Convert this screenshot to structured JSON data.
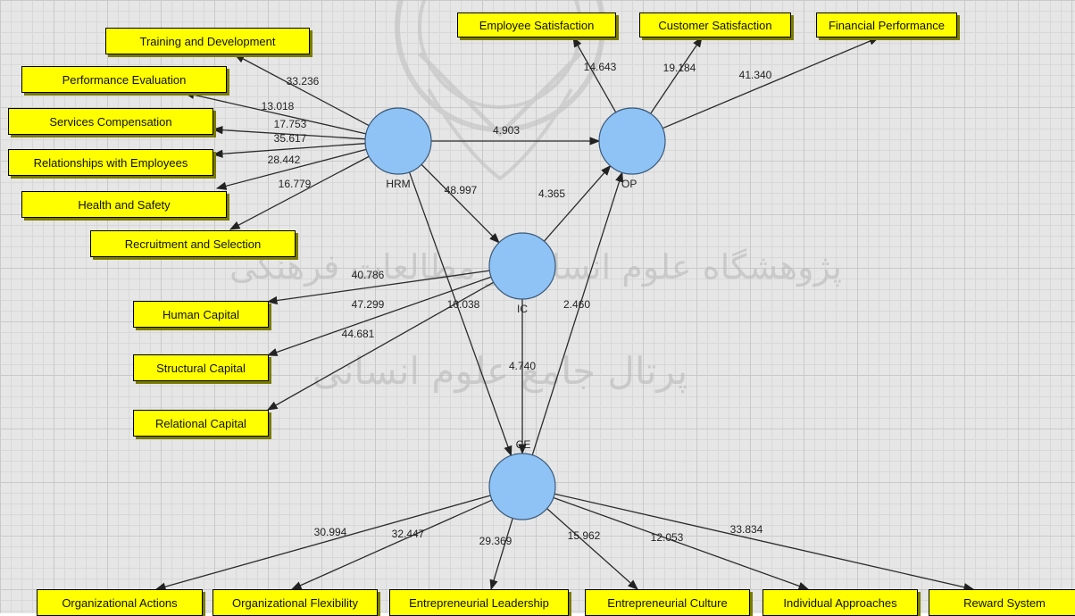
{
  "latent": [
    {
      "id": "HRM",
      "label": "HRM"
    },
    {
      "id": "OP",
      "label": "OP"
    },
    {
      "id": "IC",
      "label": "IC"
    },
    {
      "id": "CE",
      "label": "CE"
    }
  ],
  "indicators": [
    {
      "id": "training",
      "label": "Training and Development"
    },
    {
      "id": "perf_eval",
      "label": "Performance Evaluation"
    },
    {
      "id": "services_comp",
      "label": "Services Compensation"
    },
    {
      "id": "relationships",
      "label": "Relationships with Employees"
    },
    {
      "id": "health",
      "label": "Health and Safety"
    },
    {
      "id": "recruitment",
      "label": "Recruitment and Selection"
    },
    {
      "id": "emp_sat",
      "label": "Employee Satisfaction"
    },
    {
      "id": "cust_sat",
      "label": "Customer Satisfaction"
    },
    {
      "id": "fin_perf",
      "label": "Financial Performance"
    },
    {
      "id": "human_cap",
      "label": "Human Capital"
    },
    {
      "id": "struct_cap",
      "label": "Structural Capital"
    },
    {
      "id": "rel_cap",
      "label": "Relational Capital"
    },
    {
      "id": "org_actions",
      "label": "Organizational Actions"
    },
    {
      "id": "org_flex",
      "label": "Organizational Flexibility"
    },
    {
      "id": "ent_lead",
      "label": "Entrepreneurial Leadership"
    },
    {
      "id": "ent_culture",
      "label": "Entrepreneurial Culture"
    },
    {
      "id": "ind_approaches",
      "label": "Individual Approaches"
    },
    {
      "id": "reward",
      "label": "Reward System"
    }
  ],
  "paths": [
    {
      "from": "HRM",
      "to": "training",
      "value": "33.236"
    },
    {
      "from": "HRM",
      "to": "perf_eval",
      "value": "13.018"
    },
    {
      "from": "HRM",
      "to": "services_comp",
      "value": "17.753"
    },
    {
      "from": "HRM",
      "to": "relationships",
      "value": "35.617"
    },
    {
      "from": "HRM",
      "to": "health",
      "value": "28.442"
    },
    {
      "from": "HRM",
      "to": "recruitment",
      "value": "16.779"
    },
    {
      "from": "HRM",
      "to": "OP",
      "value": "4.903"
    },
    {
      "from": "HRM",
      "to": "IC",
      "value": "48.997"
    },
    {
      "from": "HRM",
      "to": "CE",
      "value": "10.038"
    },
    {
      "from": "OP",
      "to": "emp_sat",
      "value": "14.643"
    },
    {
      "from": "OP",
      "to": "cust_sat",
      "value": "19.184"
    },
    {
      "from": "OP",
      "to": "fin_perf",
      "value": "41.340"
    },
    {
      "from": "IC",
      "to": "OP",
      "value": "4.365"
    },
    {
      "from": "IC",
      "to": "human_cap",
      "value": "40.786"
    },
    {
      "from": "IC",
      "to": "struct_cap",
      "value": "47.299"
    },
    {
      "from": "IC",
      "to": "rel_cap",
      "value": "44.681"
    },
    {
      "from": "IC",
      "to": "CE",
      "value": "4.740"
    },
    {
      "from": "CE",
      "to": "OP",
      "value": "2.460"
    },
    {
      "from": "CE",
      "to": "org_actions",
      "value": "30.994"
    },
    {
      "from": "CE",
      "to": "org_flex",
      "value": "32.447"
    },
    {
      "from": "CE",
      "to": "ent_lead",
      "value": "29.369"
    },
    {
      "from": "CE",
      "to": "ent_culture",
      "value": "15.962"
    },
    {
      "from": "CE",
      "to": "ind_approaches",
      "value": "12.053"
    },
    {
      "from": "CE",
      "to": "reward",
      "value": "33.834"
    }
  ],
  "watermark": {
    "line1": "پژوهشگاه علوم انسانی و مطالعات فرهنگی",
    "line2": "پرتال جامع علوم انسانی"
  },
  "colors": {
    "node": "#8fc3f5",
    "indicator": "#ffff00",
    "grid": "#c9c9c9"
  }
}
